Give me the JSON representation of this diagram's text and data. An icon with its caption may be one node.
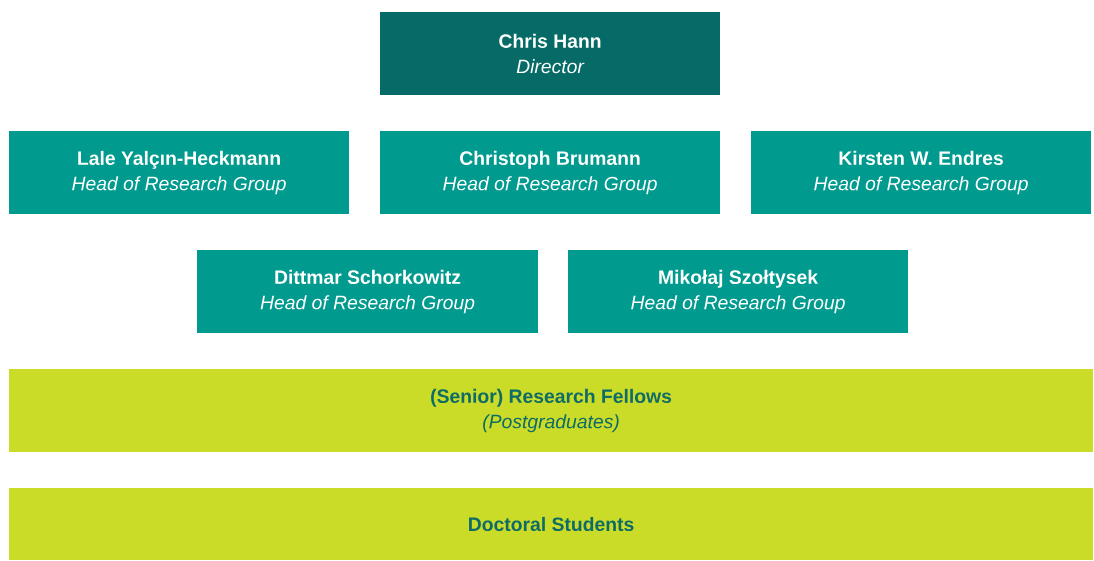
{
  "diagram": {
    "nodes": [
      {
        "text": [
          "Chris Hann",
          "Director"
        ]
      },
      {
        "text": [
          "Lale Yalçın-Heckmann",
          "Head of Research Group"
        ]
      },
      {
        "text": [
          "Christoph Brumann",
          "Head of Research Group"
        ]
      },
      {
        "text": [
          "Kirsten W. Endres",
          "Head of Research Group"
        ]
      },
      {
        "text": [
          "Dittmar Schorkowitz",
          "Head of Research Group"
        ]
      },
      {
        "text": [
          "Mikołaj Szołtysek",
          "Head of Research Group"
        ]
      },
      {
        "text": [
          "(Senior) Research Fellows",
          "(Postgraduates)"
        ]
      },
      {
        "text": [
          "Doctoral Students"
        ]
      }
    ]
  }
}
